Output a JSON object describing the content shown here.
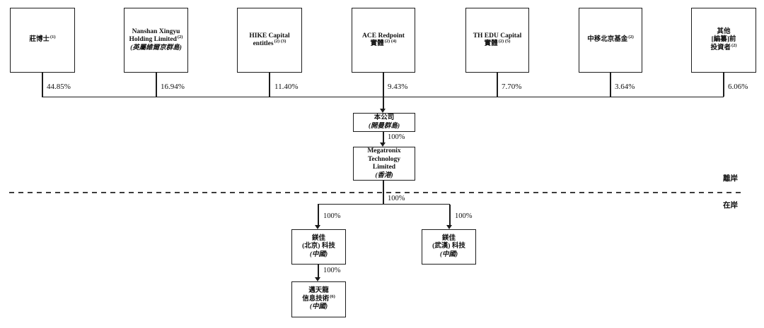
{
  "shareholders": [
    {
      "lines": [
        {
          "text": "莊博士",
          "sup": "(1)"
        }
      ],
      "percentage": "44.85%"
    },
    {
      "lines": [
        {
          "text": "Nanshan Xingyu"
        },
        {
          "text": "Holding Limited",
          "sup": "(2)"
        },
        {
          "text": "(英屬維爾京群島)",
          "italic": true
        }
      ],
      "percentage": "16.94%"
    },
    {
      "lines": [
        {
          "text": "HIKE Capital"
        },
        {
          "text": "entitles",
          "sup": "(2) (3)"
        }
      ],
      "percentage": "11.40%"
    },
    {
      "lines": [
        {
          "text": "ACE Redpoint"
        },
        {
          "text": "實體",
          "sup": "(2) (4)"
        }
      ],
      "percentage": "9.43%"
    },
    {
      "lines": [
        {
          "text": "TH EDU Capital"
        },
        {
          "text": "實體",
          "sup": "(2) (5)"
        }
      ],
      "percentage": "7.70%"
    },
    {
      "lines": [
        {
          "text": "中移北京基金",
          "sup": "(2)"
        }
      ],
      "percentage": "3.64%"
    },
    {
      "lines": [
        {
          "text": "其他"
        },
        {
          "text": "[編纂]前"
        },
        {
          "text": "投資者",
          "sup": "(2)"
        }
      ],
      "percentage": "6.06%"
    }
  ],
  "company": {
    "lines": [
      {
        "text": "本公司"
      },
      {
        "text": "(開曼群島)",
        "italic": true
      }
    ]
  },
  "megatronix": {
    "lines": [
      {
        "text": "Megatronix"
      },
      {
        "text": "Technology"
      },
      {
        "text": "Limited"
      },
      {
        "text": "(香港)",
        "italic": true
      }
    ]
  },
  "subsidiaries": {
    "beijing": {
      "lines": [
        {
          "text": "鎂佳"
        },
        {
          "text": "(北京) 科技"
        },
        {
          "text": "(中國)",
          "italic": true
        }
      ]
    },
    "wuhan": {
      "lines": [
        {
          "text": "鎂佳"
        },
        {
          "text": "(武漢) 科技"
        },
        {
          "text": "(中國)",
          "italic": true
        }
      ]
    },
    "maitianlong": {
      "lines": [
        {
          "text": "邁天龍"
        },
        {
          "text": "信息技術",
          "sup": "(6)"
        },
        {
          "text": "(中國)",
          "italic": true
        }
      ]
    }
  },
  "ownership": {
    "company_to_megatronix": "100%",
    "megatronix_to_prc_stem": "100%",
    "to_beijing": "100%",
    "to_wuhan": "100%",
    "beijing_to_maitianlong": "100%"
  },
  "regions": {
    "offshore": "離岸",
    "onshore": "在岸"
  }
}
